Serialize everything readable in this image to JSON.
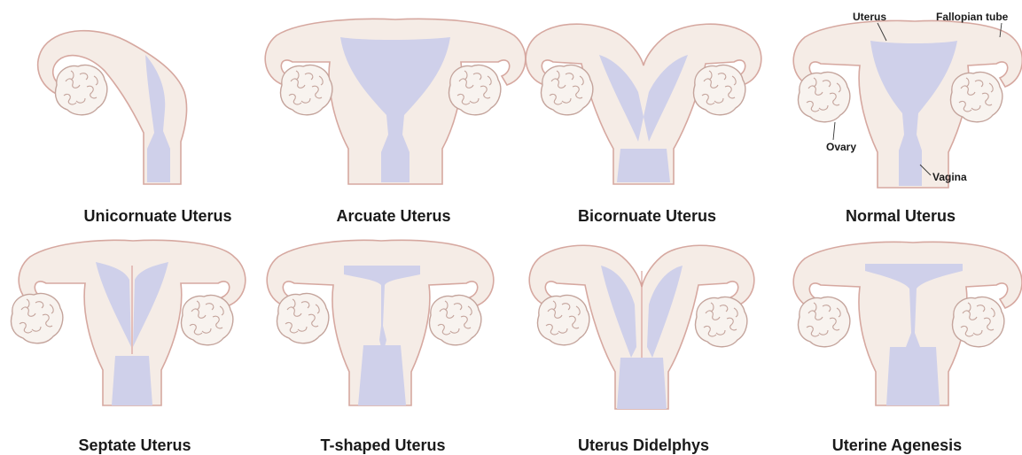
{
  "panels": [
    {
      "id": "unicornuate",
      "caption": "Unicornuate Uterus"
    },
    {
      "id": "arcuate",
      "caption": "Arcuate Uterus"
    },
    {
      "id": "bicornuate",
      "caption": "Bicornuate Uterus"
    },
    {
      "id": "normal",
      "caption": "Normal Uterus"
    },
    {
      "id": "septate",
      "caption": "Septate Uterus"
    },
    {
      "id": "t-shaped",
      "caption": "T-shaped Uterus"
    },
    {
      "id": "didelphys",
      "caption": "Uterus Didelphys"
    },
    {
      "id": "agenesis",
      "caption": "Uterine Agenesis"
    }
  ],
  "annotations": {
    "uterus": "Uterus",
    "fallopian_tube": "Fallopian tube",
    "ovary": "Ovary",
    "vagina": "Vagina"
  },
  "colors": {
    "tissue": "#f5ece6",
    "outline": "#d6a8a0",
    "cavity": "#cfd0ea",
    "text": "#1a1a1a"
  }
}
